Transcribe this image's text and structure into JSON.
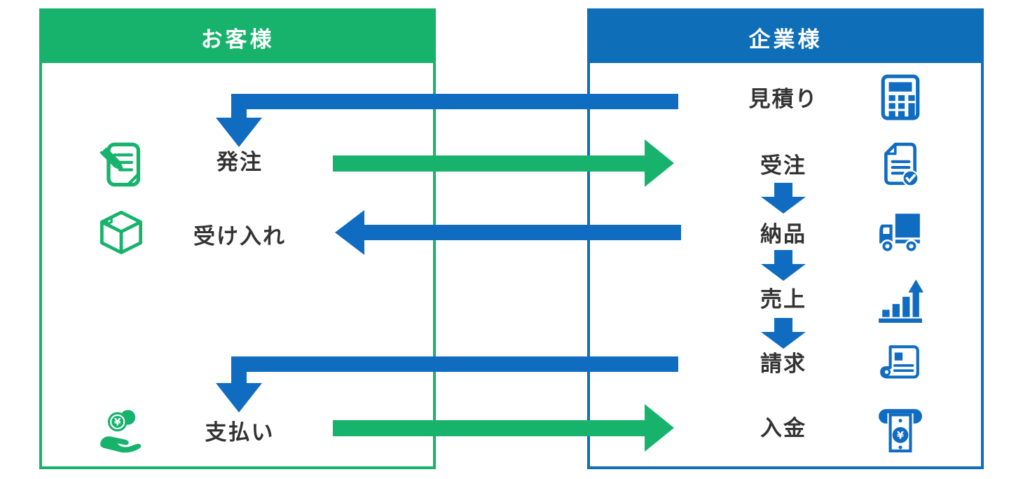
{
  "colors": {
    "green": "#17b36c",
    "blue": "#0e6eb8",
    "arrow_blue": "#0f6cc1",
    "label_text": "#333333",
    "header_text": "#ffffff"
  },
  "customer_panel": {
    "title": "お客様",
    "rows": [
      {
        "label": "発注",
        "icon": "order-form-icon"
      },
      {
        "label": "受け入れ",
        "icon": "box-icon"
      },
      {
        "label": "支払い",
        "icon": "hand-coin-icon"
      }
    ]
  },
  "company_panel": {
    "title": "企業様",
    "rows": [
      {
        "label": "見積り",
        "icon": "calculator-icon"
      },
      {
        "label": "受注",
        "icon": "document-check-icon"
      },
      {
        "label": "納品",
        "icon": "truck-icon"
      },
      {
        "label": "売上",
        "icon": "sales-chart-icon"
      },
      {
        "label": "請求",
        "icon": "invoice-scroll-icon"
      },
      {
        "label": "入金",
        "icon": "atm-deposit-icon"
      }
    ]
  },
  "flows": {
    "cross": [
      {
        "from": "見積り",
        "to": "発注",
        "color": "blue",
        "direction": "company-to-customer"
      },
      {
        "from": "発注",
        "to": "受注",
        "color": "green",
        "direction": "customer-to-company"
      },
      {
        "from": "納品",
        "to": "受け入れ",
        "color": "blue",
        "direction": "company-to-customer"
      },
      {
        "from": "請求",
        "to": "支払い",
        "color": "blue",
        "direction": "company-to-customer"
      },
      {
        "from": "支払い",
        "to": "入金",
        "color": "green",
        "direction": "customer-to-company"
      }
    ],
    "internal": [
      {
        "from": "受注",
        "to": "納品",
        "color": "blue"
      },
      {
        "from": "納品",
        "to": "売上",
        "color": "blue"
      },
      {
        "from": "売上",
        "to": "請求",
        "color": "blue"
      }
    ]
  },
  "icons": {
    "yen_symbol": "¥"
  }
}
